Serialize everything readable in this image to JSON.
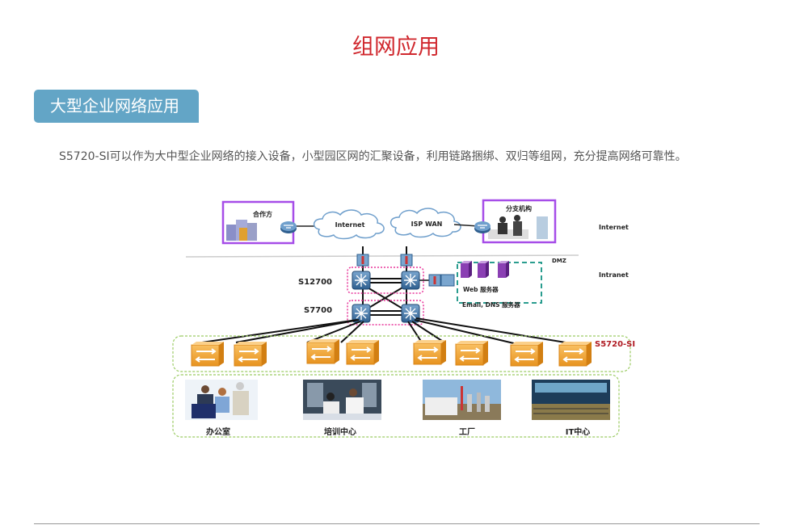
{
  "page": {
    "title": "组网应用"
  },
  "section": {
    "tab_label": "大型企业网络应用",
    "description": "S5720-SI可以作为大中型企业网络的接入设备，小型园区网的汇聚设备，利用链路捆绑、双归等组网，充分提高网络可靠性。"
  },
  "diagram": {
    "partner": "合作方",
    "branch": "分支机构",
    "cloud_internet": "Internet",
    "cloud_isp": "ISP WAN",
    "zone_internet": "Internet",
    "zone_intranet": "Intranet",
    "dmz": "DMZ",
    "core": "S12700",
    "aggregation": "S7700",
    "access": "S5720-SI",
    "web_server": "Web 服务器",
    "email_server": "Email, DNS 服务器",
    "sites": [
      "办公室",
      "培训中心",
      "工厂",
      "IT中心"
    ]
  },
  "colors": {
    "title": "#d0282e",
    "tab": "#63a5c6",
    "partner_box": "#a64de8",
    "access_label": "#b01c24"
  }
}
